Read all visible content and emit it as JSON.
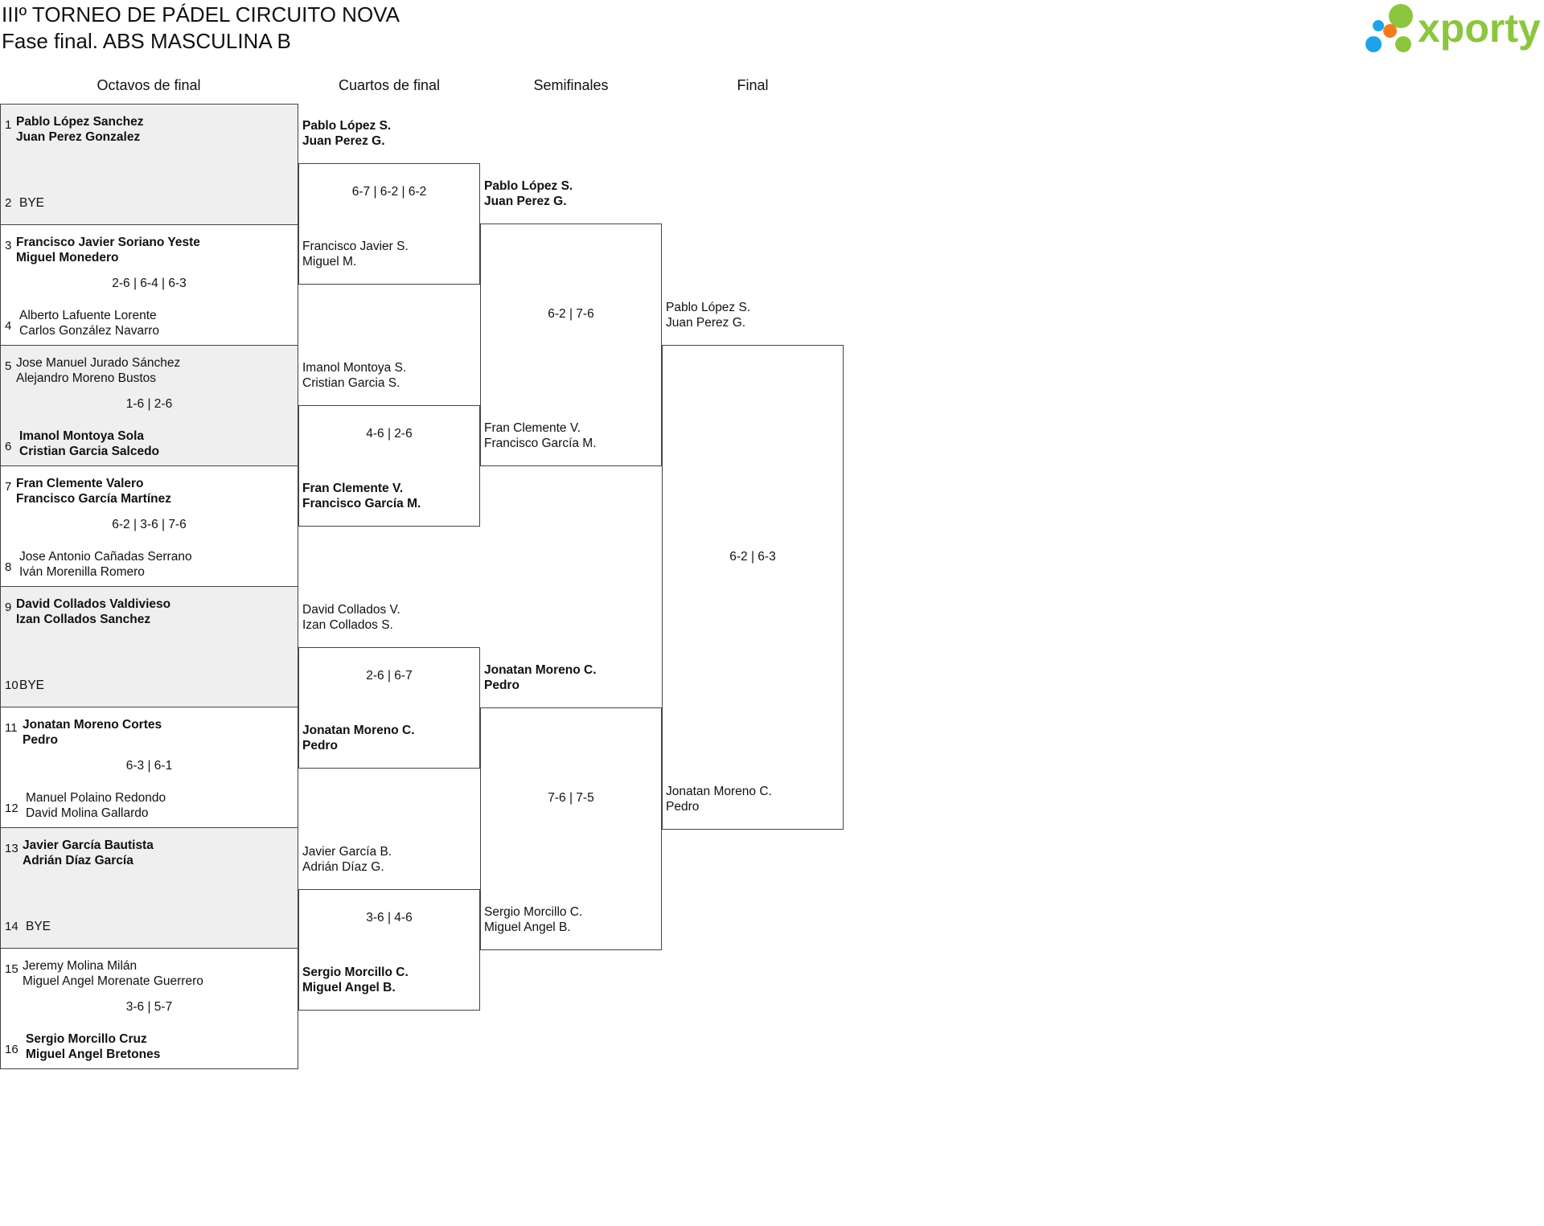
{
  "header": {
    "title": "IIIº TORNEO DE PÁDEL CIRCUITO NOVA",
    "subtitle": "Fase final. ABS MASCULINA B",
    "logo_text": "xporty",
    "logo_colors": {
      "green": "#8cc63f",
      "orange": "#f07d1a",
      "blue": "#1ca3e8"
    }
  },
  "rounds": [
    "Octavos de final",
    "Cuartos de final",
    "Semifinales",
    "Final"
  ],
  "octavos": [
    {
      "top": {
        "seed": "1",
        "p1": "Pablo López Sanchez",
        "p2": "Juan Perez Gonzalez"
      },
      "bottom": {
        "seed": "2",
        "p1": "BYE",
        "p2": ""
      },
      "score": "",
      "winner": "top"
    },
    {
      "top": {
        "seed": "3",
        "p1": "Francisco Javier Soriano Yeste",
        "p2": "Miguel Monedero"
      },
      "bottom": {
        "seed": "4",
        "p1": "Alberto Lafuente Lorente",
        "p2": "Carlos González Navarro"
      },
      "score": "2-6 | 6-4 | 6-3",
      "winner": "top"
    },
    {
      "top": {
        "seed": "5",
        "p1": "Jose Manuel Jurado Sánchez",
        "p2": "Alejandro Moreno Bustos"
      },
      "bottom": {
        "seed": "6",
        "p1": "Imanol Montoya Sola",
        "p2": "Cristian Garcia Salcedo"
      },
      "score": "1-6 | 2-6",
      "winner": "bottom"
    },
    {
      "top": {
        "seed": "7",
        "p1": "Fran Clemente Valero",
        "p2": "Francisco García Martínez"
      },
      "bottom": {
        "seed": "8",
        "p1": "Jose Antonio Cañadas Serrano",
        "p2": "Iván Morenilla Romero"
      },
      "score": "6-2 | 3-6 | 7-6",
      "winner": "top"
    },
    {
      "top": {
        "seed": "9",
        "p1": "David Collados Valdivieso",
        "p2": "Izan Collados Sanchez"
      },
      "bottom": {
        "seed": "10",
        "p1": "BYE",
        "p2": ""
      },
      "score": "",
      "winner": "top"
    },
    {
      "top": {
        "seed": "11",
        "p1": "Jonatan Moreno Cortes",
        "p2": "Pedro"
      },
      "bottom": {
        "seed": "12",
        "p1": "Manuel Polaino Redondo",
        "p2": "David Molina Gallardo"
      },
      "score": "6-3 | 6-1",
      "winner": "top"
    },
    {
      "top": {
        "seed": "13",
        "p1": "Javier García Bautista",
        "p2": "Adrián Díaz García"
      },
      "bottom": {
        "seed": "14",
        "p1": "BYE",
        "p2": ""
      },
      "score": "",
      "winner": "top"
    },
    {
      "top": {
        "seed": "15",
        "p1": "Jeremy Molina Milán",
        "p2": "Miguel Angel Morenate Guerrero"
      },
      "bottom": {
        "seed": "16",
        "p1": "Sergio Morcillo Cruz",
        "p2": "Miguel Angel Bretones"
      },
      "score": "3-6 | 5-7",
      "winner": "bottom"
    }
  ],
  "cuartos": [
    {
      "top": {
        "p1": "Pablo López S.",
        "p2": "Juan Perez G."
      },
      "bottom": {
        "p1": "Francisco Javier S.",
        "p2": "Miguel M."
      },
      "score": "6-7 | 6-2 | 6-2",
      "winner": "top"
    },
    {
      "top": {
        "p1": "Imanol Montoya S.",
        "p2": "Cristian Garcia S."
      },
      "bottom": {
        "p1": "Fran Clemente V.",
        "p2": "Francisco García M."
      },
      "score": "4-6 | 2-6",
      "winner": "bottom"
    },
    {
      "top": {
        "p1": "David Collados V.",
        "p2": "Izan Collados S."
      },
      "bottom": {
        "p1": "Jonatan Moreno C.",
        "p2": "Pedro"
      },
      "score": "2-6 | 6-7",
      "winner": "bottom"
    },
    {
      "top": {
        "p1": "Javier García B.",
        "p2": "Adrián Díaz G."
      },
      "bottom": {
        "p1": "Sergio Morcillo C.",
        "p2": "Miguel Angel B."
      },
      "score": "3-6 | 4-6",
      "winner": "bottom"
    }
  ],
  "semis": [
    {
      "top": {
        "p1": "Pablo López S.",
        "p2": "Juan Perez G."
      },
      "bottom": {
        "p1": "Fran Clemente V.",
        "p2": "Francisco García M."
      },
      "score": "6-2 | 7-6",
      "winner": "top"
    },
    {
      "top": {
        "p1": "Jonatan Moreno C.",
        "p2": "Pedro"
      },
      "bottom": {
        "p1": "Sergio Morcillo C.",
        "p2": "Miguel Angel B."
      },
      "score": "7-6 | 7-5",
      "winner": "top"
    }
  ],
  "final": [
    {
      "top": {
        "p1": "Pablo López S.",
        "p2": "Juan Perez G."
      },
      "bottom": {
        "p1": "Jonatan Moreno C.",
        "p2": "Pedro"
      },
      "score": "6-2 | 6-3",
      "winner": ""
    }
  ]
}
